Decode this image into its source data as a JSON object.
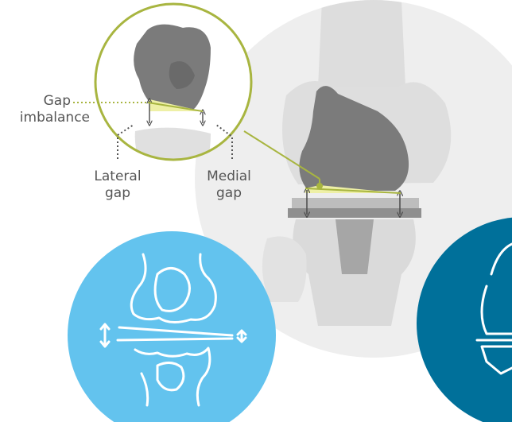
{
  "labels": {
    "gap_imbalance_line1": "Gap",
    "gap_imbalance_line2": "imbalance",
    "lateral_gap_line1": "Lateral",
    "lateral_gap_line2": "gap",
    "medial_gap_line1": "Medial",
    "medial_gap_line2": "gap"
  },
  "colors": {
    "bone_gray": "#7b7b7b",
    "background_circle": "#eeeeee",
    "bone_light": "#dddddd",
    "highlight_olive": "#a8b540",
    "highlight_fill": "#eef0a6",
    "light_blue_circle": "#63c3ee",
    "dark_blue_circle": "#00709a",
    "implant_tray": "#8f8f8f",
    "implant_insert": "#bdbdbd"
  },
  "icons": [
    "knee-bone-outline-icon",
    "double-arrow-icon",
    "implant-outline-icon"
  ]
}
